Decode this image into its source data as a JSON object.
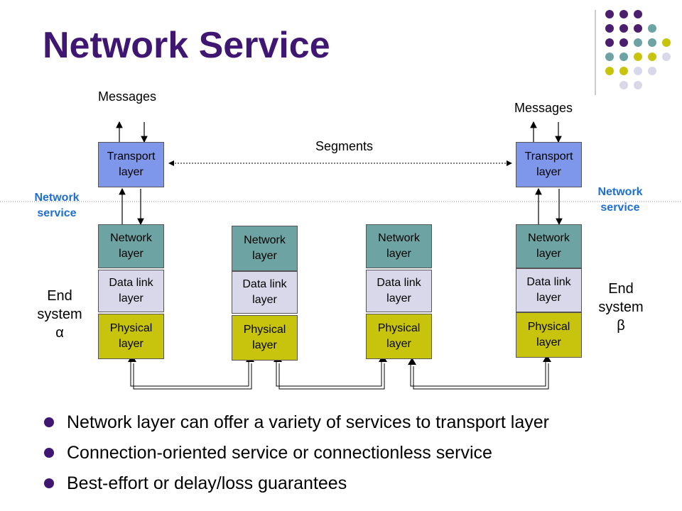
{
  "title": "Network Service",
  "messages": [
    "Messages",
    "Messages"
  ],
  "segments_label": "Segments",
  "network_service": [
    "Network\nservice",
    "Network\nservice"
  ],
  "end_systems": [
    "End\nsystem\nα",
    "End\nsystem\nβ"
  ],
  "stacks": [
    {
      "transport": "Transport\nlayer",
      "network": "Network\nlayer",
      "datalink": "Data link\nlayer",
      "physical": "Physical\nlayer"
    },
    {
      "network": "Network\nlayer",
      "datalink": "Data link\nlayer",
      "physical": "Physical\nlayer"
    },
    {
      "network": "Network\nlayer",
      "datalink": "Data link\nlayer",
      "physical": "Physical\nlayer"
    },
    {
      "transport": "Transport\nlayer",
      "network": "Network\nlayer",
      "datalink": "Data link\nlayer",
      "physical": "Physical\nlayer"
    }
  ],
  "bullets": [
    "Network layer can offer a variety of services to transport layer",
    "Connection-oriented service or connectionless service",
    "Best-effort or delay/loss guarantees"
  ],
  "colors": {
    "title": "#3f1772",
    "transport": "#7f97ea",
    "network": "#6ea3a3",
    "datalink": "#d8d8ea",
    "physical": "#c8c40e",
    "service_label": "#1f6fd0",
    "dots": [
      "#4b1f6e",
      "#6ea3a3",
      "#c8c40e",
      "#d8d8ea"
    ]
  }
}
